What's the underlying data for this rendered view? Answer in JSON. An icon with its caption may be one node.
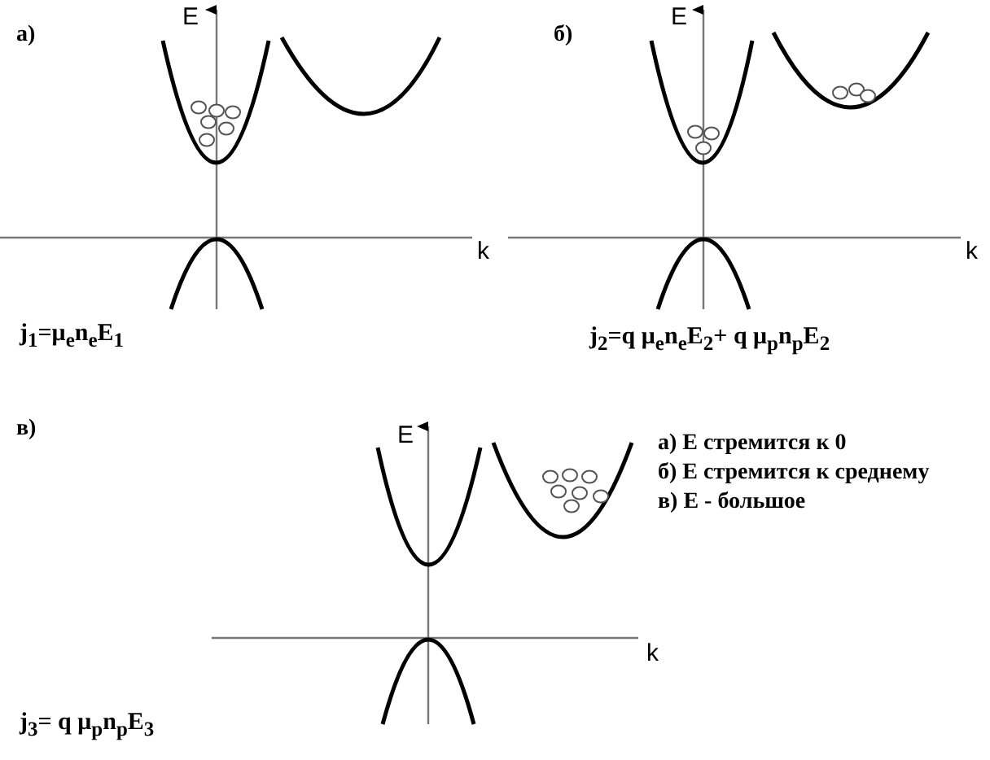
{
  "diagram": {
    "labels": [
      "а)",
      "E",
      "б)",
      "E",
      "k",
      "k",
      "j$_{1}$=μ$_{e}$n$_{e}$E$_{1}$",
      "j$_{2}$=q μ$_{e}$n$_{e}$E$_{2}$+  q μ$_{p}$n$_{p}$E$_{2}$",
      "в)",
      "E",
      "а) E стремится к 0",
      "б) E стремится к среднему",
      "в) E - большое",
      "k",
      "j$_{3}$= q μ$_{p}$n$_{p}$E$_{3}$"
    ]
  }
}
